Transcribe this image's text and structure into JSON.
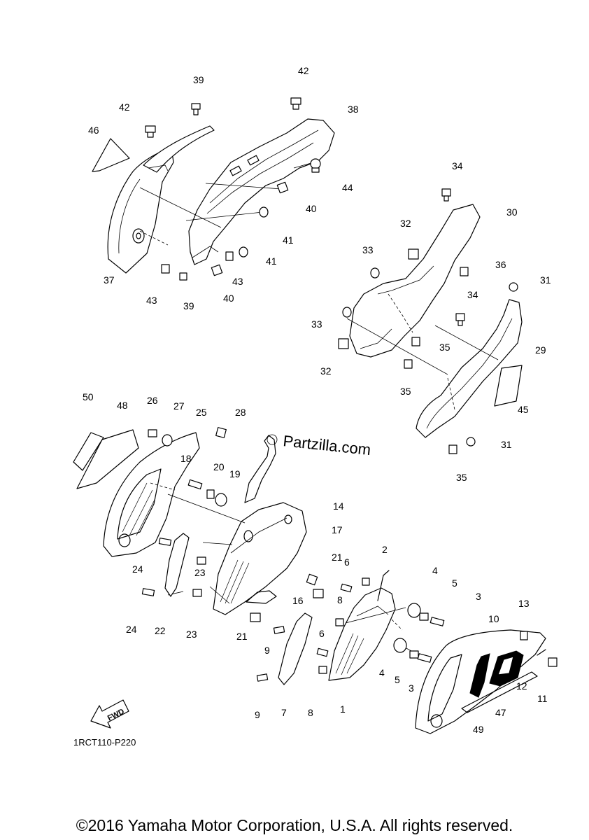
{
  "diagram": {
    "code": "1RCT110-P220",
    "watermark": "Partzilla.com",
    "fwd_label": "FWD",
    "copyright": "©2016 Yamaha Motor Corporation, U.S.A. All rights reserved.",
    "callouts": [
      {
        "id": "c1",
        "label": "1"
      },
      {
        "id": "c2",
        "label": "2"
      },
      {
        "id": "c3a",
        "label": "3"
      },
      {
        "id": "c3b",
        "label": "3"
      },
      {
        "id": "c4a",
        "label": "4"
      },
      {
        "id": "c4b",
        "label": "4"
      },
      {
        "id": "c5a",
        "label": "5"
      },
      {
        "id": "c5b",
        "label": "5"
      },
      {
        "id": "c6a",
        "label": "6"
      },
      {
        "id": "c6b",
        "label": "6"
      },
      {
        "id": "c7",
        "label": "7"
      },
      {
        "id": "c8a",
        "label": "8"
      },
      {
        "id": "c8b",
        "label": "8"
      },
      {
        "id": "c9a",
        "label": "9"
      },
      {
        "id": "c9b",
        "label": "9"
      },
      {
        "id": "c10",
        "label": "10"
      },
      {
        "id": "c11",
        "label": "11"
      },
      {
        "id": "c12",
        "label": "12"
      },
      {
        "id": "c13",
        "label": "13"
      },
      {
        "id": "c14",
        "label": "14"
      },
      {
        "id": "c16",
        "label": "16"
      },
      {
        "id": "c17",
        "label": "17"
      },
      {
        "id": "c18",
        "label": "18"
      },
      {
        "id": "c19",
        "label": "19"
      },
      {
        "id": "c20",
        "label": "20"
      },
      {
        "id": "c21a",
        "label": "21"
      },
      {
        "id": "c21b",
        "label": "21"
      },
      {
        "id": "c22",
        "label": "22"
      },
      {
        "id": "c23a",
        "label": "23"
      },
      {
        "id": "c23b",
        "label": "23"
      },
      {
        "id": "c24a",
        "label": "24"
      },
      {
        "id": "c24b",
        "label": "24"
      },
      {
        "id": "c25",
        "label": "25"
      },
      {
        "id": "c26",
        "label": "26"
      },
      {
        "id": "c27",
        "label": "27"
      },
      {
        "id": "c28",
        "label": "28"
      },
      {
        "id": "c29",
        "label": "29"
      },
      {
        "id": "c30",
        "label": "30"
      },
      {
        "id": "c31a",
        "label": "31"
      },
      {
        "id": "c31b",
        "label": "31"
      },
      {
        "id": "c32a",
        "label": "32"
      },
      {
        "id": "c32b",
        "label": "32"
      },
      {
        "id": "c33a",
        "label": "33"
      },
      {
        "id": "c33b",
        "label": "33"
      },
      {
        "id": "c34a",
        "label": "34"
      },
      {
        "id": "c34b",
        "label": "34"
      },
      {
        "id": "c35a",
        "label": "35"
      },
      {
        "id": "c35b",
        "label": "35"
      },
      {
        "id": "c35c",
        "label": "35"
      },
      {
        "id": "c36",
        "label": "36"
      },
      {
        "id": "c37",
        "label": "37"
      },
      {
        "id": "c38",
        "label": "38"
      },
      {
        "id": "c39a",
        "label": "39"
      },
      {
        "id": "c39b",
        "label": "39"
      },
      {
        "id": "c40a",
        "label": "40"
      },
      {
        "id": "c40b",
        "label": "40"
      },
      {
        "id": "c41a",
        "label": "41"
      },
      {
        "id": "c41b",
        "label": "41"
      },
      {
        "id": "c42a",
        "label": "42"
      },
      {
        "id": "c42b",
        "label": "42"
      },
      {
        "id": "c43a",
        "label": "43"
      },
      {
        "id": "c43b",
        "label": "43"
      },
      {
        "id": "c44",
        "label": "44"
      },
      {
        "id": "c45",
        "label": "45"
      },
      {
        "id": "c46",
        "label": "46"
      },
      {
        "id": "c47",
        "label": "47"
      },
      {
        "id": "c48",
        "label": "48"
      },
      {
        "id": "c49",
        "label": "49"
      },
      {
        "id": "c50",
        "label": "50"
      }
    ]
  }
}
